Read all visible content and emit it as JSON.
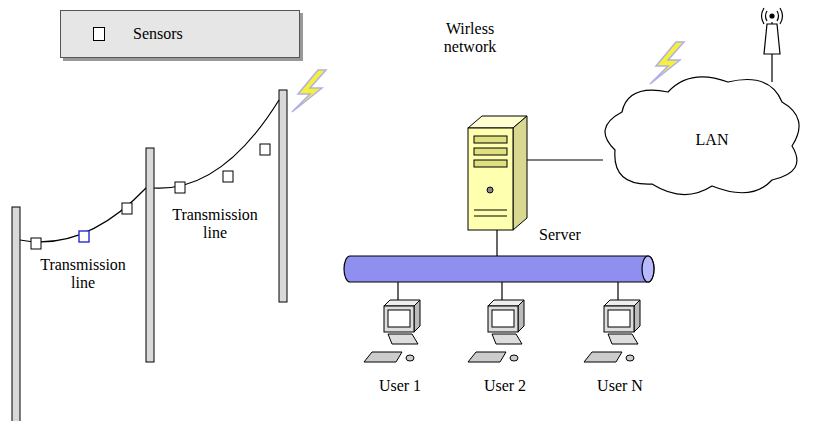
{
  "diagram": {
    "nodes": [
      {
        "text": [
          "LAN"
        ]
      }
    ],
    "labels": [
      "Transmission line",
      "Transmission line",
      "Wirless network",
      "Server",
      "User 1",
      "User 2",
      "User N"
    ],
    "legend": [
      {
        "text": "Sensors"
      }
    ]
  }
}
